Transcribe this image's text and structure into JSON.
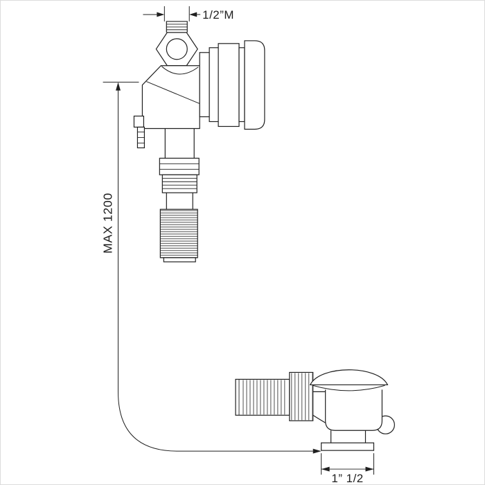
{
  "diagram": {
    "labels": {
      "top_thread": "1/2”M",
      "max_length": "MAX 1200",
      "bottom_thread": "1” 1/2"
    },
    "colors": {
      "line": "#1f1f1f",
      "background": "#ffffff",
      "border": "#dcdcdc"
    }
  }
}
